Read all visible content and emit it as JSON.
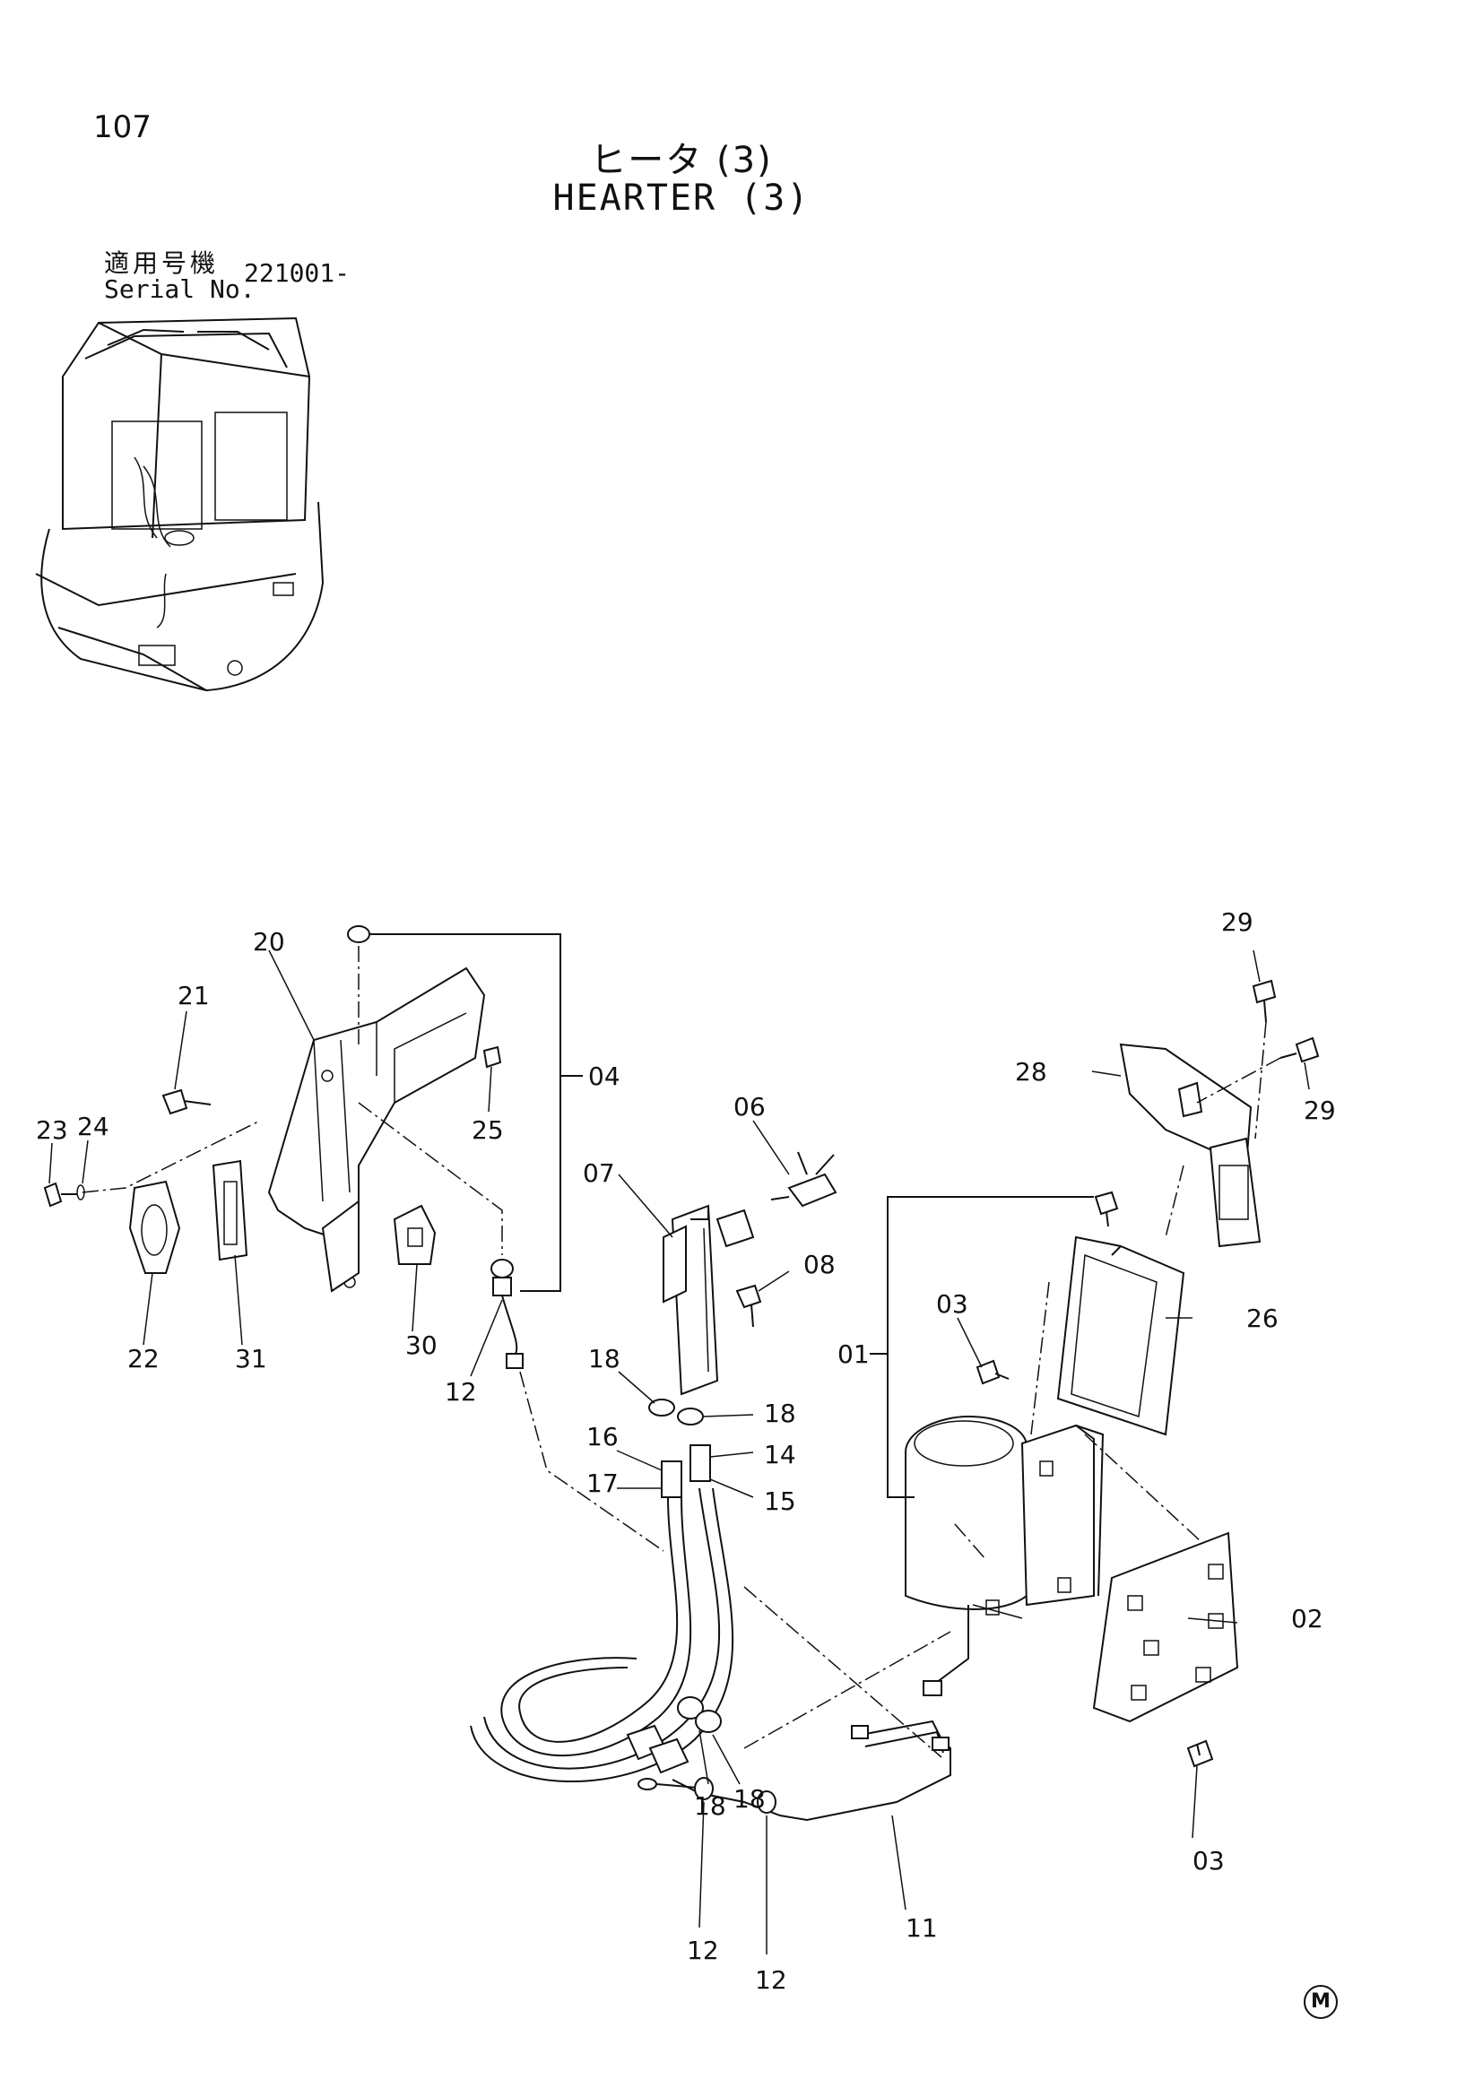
{
  "page_number": "107",
  "title_jp": "ヒータ (3)",
  "title_en": "HEARTER (3)",
  "serial": {
    "label_jp": "適用号機",
    "label_en": "Serial No.",
    "value": "221001-"
  },
  "callouts": {
    "p01": "01",
    "p02": "02",
    "p03a": "03",
    "p03b": "03",
    "p04": "04",
    "p06": "06",
    "p07": "07",
    "p08": "08",
    "p11": "11",
    "p12a": "12",
    "p12b": "12",
    "p12c": "12",
    "p14": "14",
    "p15": "15",
    "p16": "16",
    "p17": "17",
    "p18a": "18",
    "p18b": "18",
    "p18c": "18",
    "p18d": "18",
    "p20": "20",
    "p21": "21",
    "p22": "22",
    "p23": "23",
    "p24": "24",
    "p25": "25",
    "p26": "26",
    "p28": "28",
    "p29a": "29",
    "p29b": "29",
    "p30": "30",
    "p31": "31"
  },
  "corner_mark": "M"
}
